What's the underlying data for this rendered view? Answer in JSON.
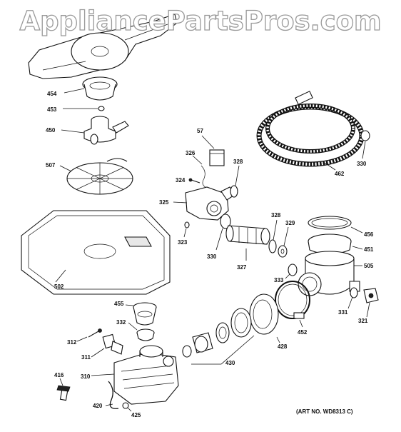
{
  "watermark": "AppliancePartsPros.com",
  "art_number": "(ART NO. WD8313 C)",
  "callouts": {
    "c454": "454",
    "c453": "453",
    "c450": "450",
    "c507": "507",
    "c502": "502",
    "c57": "57",
    "c326": "326",
    "c328a": "328",
    "c324": "324",
    "c325": "325",
    "c323": "323",
    "c330a": "330",
    "c462": "462",
    "c330b": "330",
    "c328b": "328",
    "c329": "329",
    "c456": "456",
    "c451": "451",
    "c505": "505",
    "c327": "327",
    "c333": "333",
    "c455": "455",
    "c332": "332",
    "c312": "312",
    "c311": "311",
    "c416": "416",
    "c310": "310",
    "c420": "420",
    "c425": "425",
    "c430": "430",
    "c428": "428",
    "c452": "452",
    "c331": "331",
    "c321": "321"
  }
}
